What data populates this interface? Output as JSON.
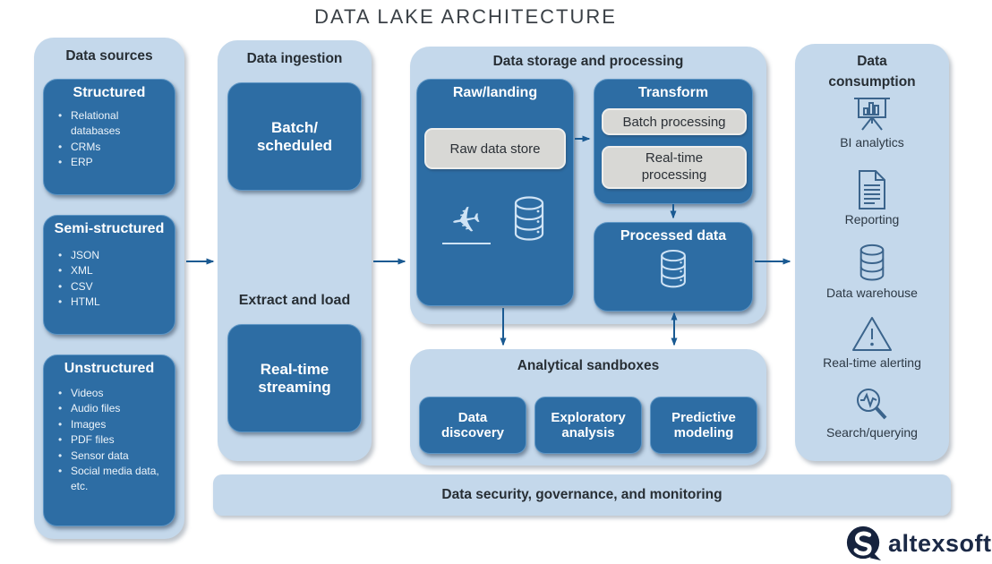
{
  "title": "DATA LAKE ARCHITECTURE",
  "colors": {
    "container_light_blue": "#c4d8eb",
    "box_dark_blue": "#2d6da4",
    "gray_box": "#d8d8d5",
    "arrow_blue": "#1a5a92",
    "logo_navy": "#1b2946"
  },
  "sources": {
    "header": "Data sources",
    "boxes": [
      {
        "title": "Structured",
        "items": [
          "Relational databases",
          "CRMs",
          "ERP"
        ]
      },
      {
        "title": "Semi-structured",
        "items": [
          "JSON",
          "XML",
          "CSV",
          "HTML"
        ]
      },
      {
        "title": "Unstructured",
        "items": [
          "Videos",
          "Audio files",
          "Images",
          "PDF files",
          "Sensor data",
          "Social media data, etc."
        ]
      }
    ]
  },
  "ingestion": {
    "header": "Data ingestion",
    "batch_label": "Batch/\nscheduled",
    "extract_label": "Extract and load",
    "streaming_label": "Real-time\nstreaming"
  },
  "storage": {
    "header": "Data storage and processing",
    "raw": {
      "title": "Raw/landing",
      "store_label": "Raw data store",
      "plane_glyph": "✈"
    },
    "transform": {
      "title": "Transform",
      "batch_label": "Batch processing",
      "realtime_label": "Real-time\nprocessing"
    },
    "processed": {
      "title": "Processed data"
    }
  },
  "sandboxes": {
    "header": "Analytical sandboxes",
    "boxes": [
      "Data\ndiscovery",
      "Exploratory\nanalysis",
      "Predictive\nmodeling"
    ]
  },
  "consumption": {
    "header": "Data\nconsumption",
    "items": [
      {
        "icon": "presentation-chart-icon",
        "label": "BI analytics"
      },
      {
        "icon": "document-icon",
        "label": "Reporting"
      },
      {
        "icon": "database-icon",
        "label": "Data warehouse"
      },
      {
        "icon": "warning-triangle-icon",
        "label": "Real-time alerting"
      },
      {
        "icon": "search-pulse-icon",
        "label": "Search/querying"
      }
    ]
  },
  "security_bar": "Data security, governance, and monitoring",
  "logo": {
    "text": "altexsoft"
  }
}
